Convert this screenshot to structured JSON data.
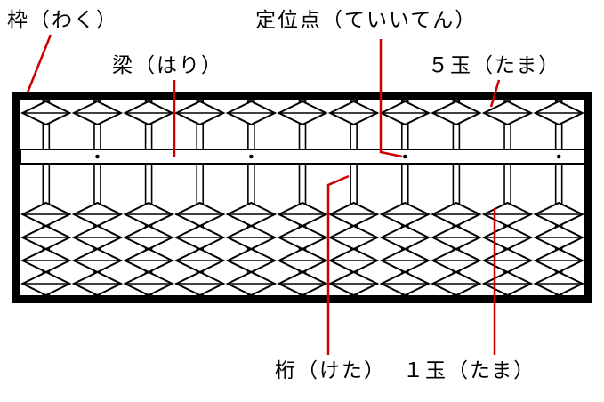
{
  "diagram": {
    "background": "#ffffff",
    "line_color": "#000000",
    "annotation_color": "#cc0000",
    "labels": {
      "frame": "枠（わく）",
      "unit_point": "定位点（ていいてん）",
      "beam": "梁（はり）",
      "five_bead": "５玉（たま）",
      "rod": "桁（けた）",
      "one_bead": "１玉（たま）"
    },
    "abacus": {
      "rods": 11,
      "upper_beads_per_rod": 1,
      "lower_beads_per_rod": 4,
      "unit_point_rods": [
        2,
        5,
        8,
        11
      ]
    }
  }
}
